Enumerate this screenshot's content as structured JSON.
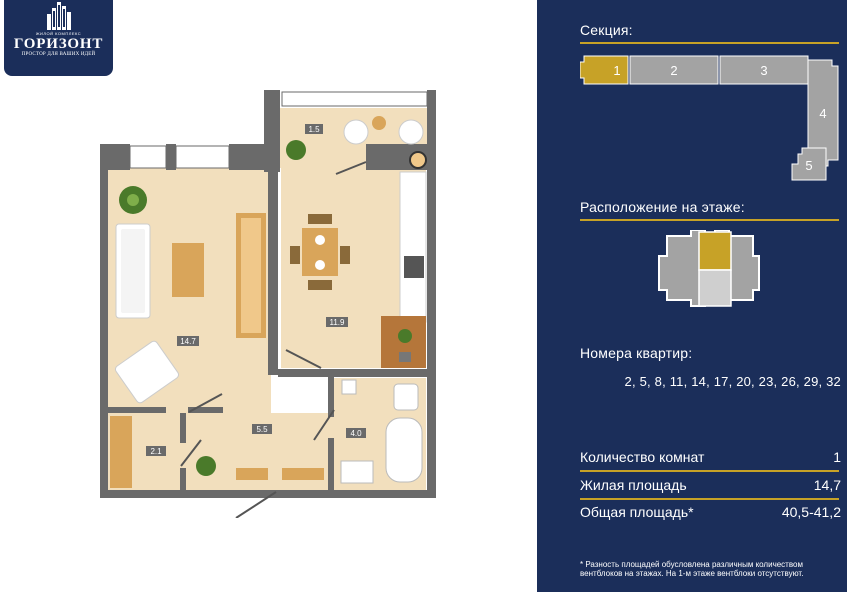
{
  "logo": {
    "tagline": "ЖИЛОЙ КОМПЛЕКС",
    "name": "ГОРИЗОНТ",
    "slogan": "ПРОСТОР ДЛЯ ВАШИХ ИДЕЙ"
  },
  "plan": {
    "rooms": [
      {
        "id": "balcony",
        "area": "1.5"
      },
      {
        "id": "living-room",
        "area": "14.7"
      },
      {
        "id": "kitchen",
        "area": "11.9"
      },
      {
        "id": "hallway",
        "area": "5.5"
      },
      {
        "id": "bathroom",
        "area": "4.0"
      },
      {
        "id": "storage",
        "area": "2.1"
      }
    ]
  },
  "panel": {
    "sections_label": "Секция:",
    "sections": [
      "1",
      "2",
      "3",
      "4",
      "5"
    ],
    "selected_section": "1",
    "floor_position_label": "Расположение на этаже:",
    "apartment_numbers_label": "Номера квартир:",
    "apartment_numbers": "2, 5, 8, 11, 14, 17, 20, 23, 26, 29, 32",
    "rooms_label": "Количество комнат",
    "rooms_value": "1",
    "living_area_label": "Жилая площадь",
    "living_area_value": "14,7",
    "total_area_label": "Общая площадь*",
    "total_area_value": "40,5-41,2",
    "footnote": "* Разность площадей обусловлена различным количеством вентблоков на этажах. На 1-м этаже вентблоки отсутствуют."
  },
  "colors": {
    "panel_bg": "#1b2e5a",
    "accent_gold": "#c7a227",
    "section_gray": "#a3a3a3",
    "floor_beige": "#f2dfbd",
    "wall_gray": "#6a6a6a"
  }
}
